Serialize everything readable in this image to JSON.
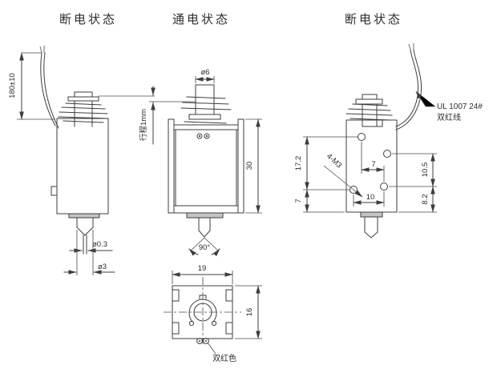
{
  "colors": {
    "background": "#ffffff",
    "line": "#3d3d3d",
    "text": "#2d2d2d"
  },
  "views": {
    "left": {
      "title": "断电状态",
      "dims": {
        "wire_length": "180±10",
        "pin_tip_diameter": "ø0.3",
        "pin_diameter": "ø3"
      }
    },
    "middle": {
      "title": "通电状态",
      "dims": {
        "plunger_diameter": "ø6",
        "stroke": "行程1mm",
        "body_height": "30",
        "tip_angle": "90°"
      }
    },
    "right": {
      "title": "断电状态",
      "dims": {
        "hole_spacing_vertical": "17.2",
        "hole_bottom_offset": "7",
        "hole_spacing_horizontal": "7",
        "hole_spacing_bottom": "10",
        "hole_spacing_right_vertical": "10.5",
        "hole_bottom_offset_right": "8.2",
        "mounting_holes": "4-M3"
      },
      "wire_label": {
        "line1": "UL 1007 24#",
        "line2": "双红线"
      }
    },
    "bottom": {
      "dims": {
        "width": "19",
        "depth": "16"
      },
      "wire_color_label": "双红色"
    }
  }
}
